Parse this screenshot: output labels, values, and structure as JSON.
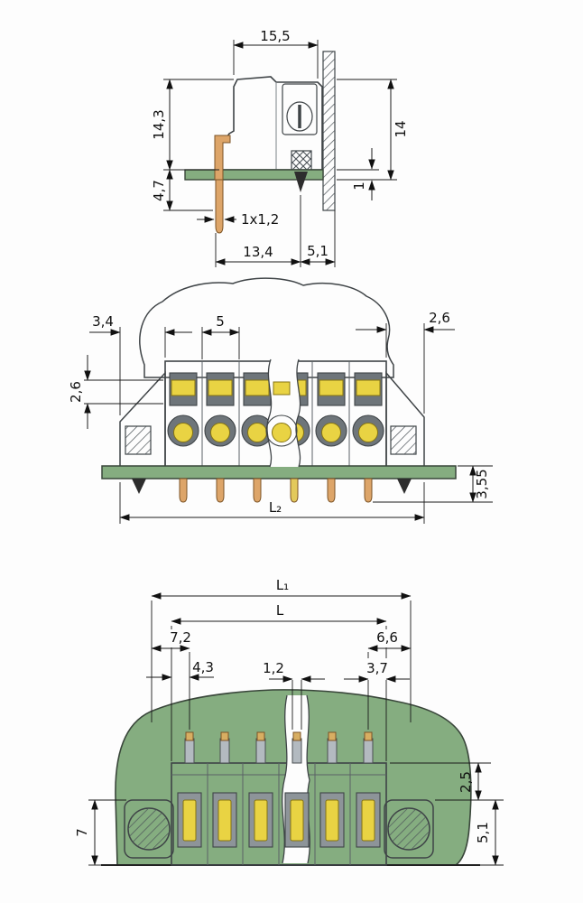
{
  "views": {
    "side": {
      "width_top": "15,5",
      "height_body": "14,3",
      "height_below": "4,7",
      "height_panel": "14",
      "panel_thickness": "1",
      "pin_cross_section": "1x1,2",
      "depth_left": "13,4",
      "depth_right": "5,1"
    },
    "front": {
      "flange_left": "3,4",
      "pitch": "5",
      "flange_right": "2,6",
      "lever_height": "2,6",
      "pin_length": "3,55",
      "overall_length": "L₂"
    },
    "rear": {
      "length_outer": "L₁",
      "length_inner": "L",
      "offset_left_outer": "7,2",
      "offset_right_outer": "6,6",
      "offset_left_inner": "4,3",
      "pin_width": "1,2",
      "offset_right_inner": "3,7",
      "height_upper": "2,5",
      "height_lower": "5,1",
      "height_flange": "7"
    }
  },
  "colors": {
    "housing_gray": "#a4abaf",
    "housing_dark": "#8d9499",
    "opening_gray": "#6e757a",
    "pcb_green": "#85ad80",
    "lever_yellow": "#e9d343",
    "pin_copper": "#dda569",
    "screw_gray": "#b7c0c7",
    "line_black": "#1a1a1a",
    "background": "#fdfdfd"
  }
}
